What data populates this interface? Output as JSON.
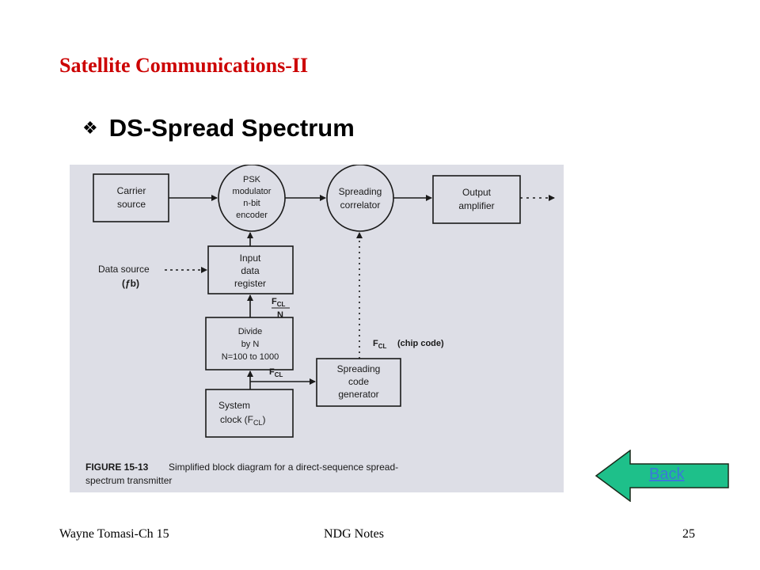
{
  "slide": {
    "title": "Satellite Communications-II",
    "bullet": "❖",
    "heading": "DS-Spread Spectrum"
  },
  "diagram": {
    "carrier_line1": "Carrier",
    "carrier_line2": "source",
    "psk_line1": "PSK",
    "psk_line2": "modulator",
    "psk_line3": "n-bit",
    "psk_line4": "encoder",
    "spread_corr_line1": "Spreading",
    "spread_corr_line2": "correlator",
    "output_line1": "Output",
    "output_line2": "amplifier",
    "data_source_line1": "Data source",
    "data_source_line2": "(ƒb)",
    "input_line1": "Input",
    "input_line2": "data",
    "input_line3": "register",
    "fcl_n_num_main": "F",
    "fcl_n_num_sub": "CL",
    "fcl_n_den": "N",
    "divide_line1": "Divide",
    "divide_line2": "by N",
    "divide_line3": "N=100 to 1000",
    "fcl_chip_main": "F",
    "fcl_chip_sub": "CL",
    "chip_code_label": "(chip code)",
    "fcl_main": "F",
    "fcl_sub": "CL",
    "gen_line1": "Spreading",
    "gen_line2": "code",
    "gen_line3": "generator",
    "clock_line1": "System",
    "clock_line2_pre": "clock (F",
    "clock_line2_sub": "CL",
    "clock_line2_post": ")",
    "caption_figure": "FIGURE 15-13",
    "caption_line1": "Simplified block diagram for a direct-sequence spread-",
    "caption_line2": "spectrum transmitter"
  },
  "back_button": {
    "label": "Back",
    "fill_color": "#1ec08a"
  },
  "footer": {
    "left": "Wayne Tomasi-Ch 15",
    "center": "NDG Notes",
    "right": "25"
  },
  "colors": {
    "title": "#cc0000",
    "diagram_bg": "#dddee6"
  }
}
